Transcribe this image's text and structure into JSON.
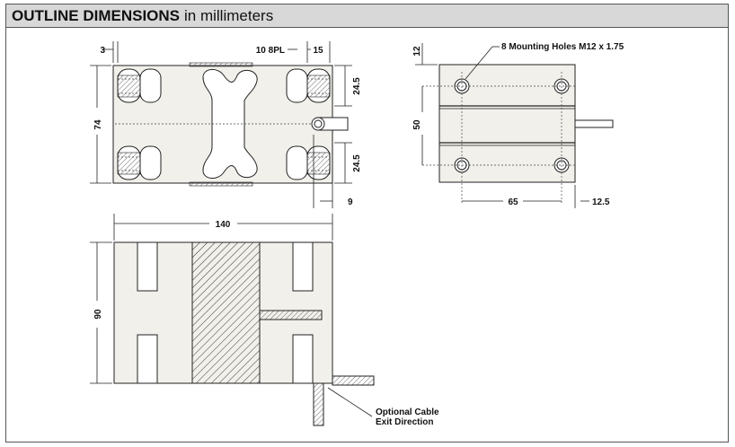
{
  "header": {
    "title": "OUTLINE DIMENSIONS",
    "unit_note": "in millimeters"
  },
  "top_view": {
    "dim_edge": "3",
    "dim_hole_callout": "10 8PL",
    "dim_slot": "15",
    "dim_height": "74",
    "dim_upper": "24.5",
    "dim_lower": "24.5",
    "dim_cable": "9"
  },
  "end_view": {
    "dim_top": "12",
    "dim_height": "50",
    "dim_spacing": "65",
    "dim_offset": "12.5",
    "mounting_label": "8 Mounting Holes M12 x 1.75"
  },
  "side_view": {
    "dim_length": "140",
    "dim_height": "90",
    "cable_label_line1": "Optional Cable",
    "cable_label_line2": "Exit Direction"
  },
  "colors": {
    "header_bg": "#d8d8d8",
    "body_fill": "#f2f0ea",
    "line": "#222222"
  }
}
